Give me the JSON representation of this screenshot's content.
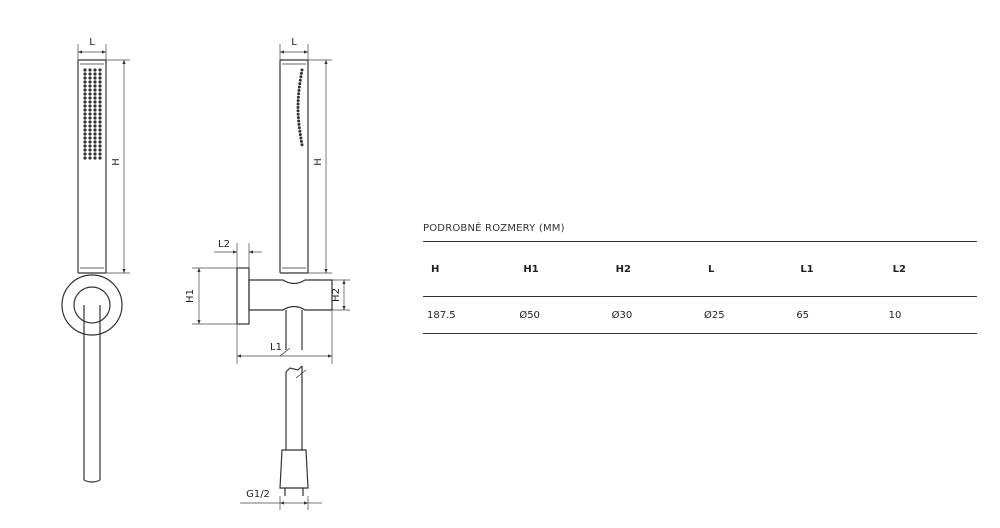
{
  "labels": {
    "front_L": "L",
    "front_H": "H",
    "side_L": "L",
    "side_H": "H",
    "L2": "L2",
    "H1": "H1",
    "H2": "H2",
    "L1": "L1",
    "G": "G1/2"
  },
  "table": {
    "title": "PODROBNÉ ROZMERY (MM)",
    "headers": [
      "H",
      "H1",
      "H2",
      "L",
      "L1",
      "L2"
    ],
    "values": [
      "187.5",
      "Ø50",
      "Ø30",
      "Ø25",
      "65",
      "10"
    ]
  }
}
